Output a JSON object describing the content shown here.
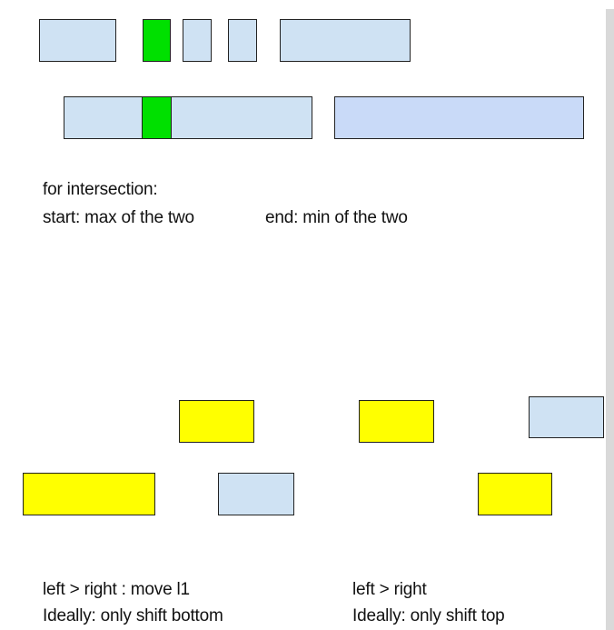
{
  "colors": {
    "interval": "#cfe2f3",
    "interval_alt": "#c9daf8",
    "intersection": "#00e000",
    "highlight": "#ffff00",
    "border": "#222222"
  },
  "notes": {
    "intersection_heading": "for intersection:",
    "start_rule": "start: max of the two",
    "end_rule": "end: min of the two",
    "case1_condition": "left > right : move l1",
    "case1_action": "Ideally: only shift bottom",
    "case2_condition": "left > right",
    "case2_action": "Ideally: only shift top"
  }
}
